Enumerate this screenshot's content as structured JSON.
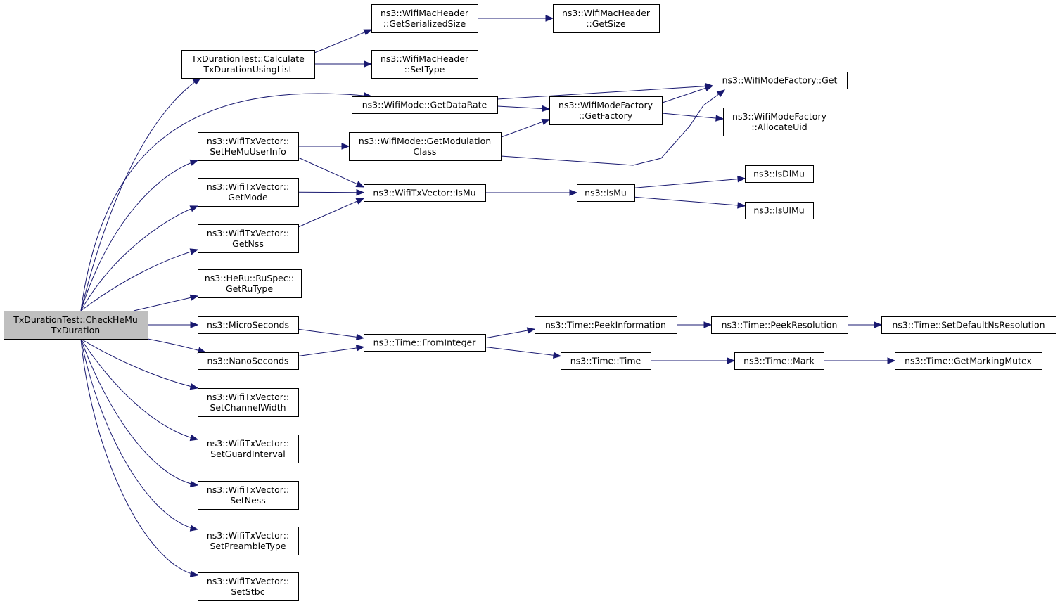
{
  "diagram": {
    "type": "call-graph",
    "colors": {
      "edge": "#191970",
      "root_fill": "#bfbfbf",
      "node_fill": "#ffffff",
      "node_border": "#000000"
    },
    "nodes": [
      {
        "id": "root",
        "lines": [
          "TxDurationTest::CheckHeMu",
          "TxDuration"
        ]
      },
      {
        "id": "calc",
        "lines": [
          "TxDurationTest::Calculate",
          "TxDurationUsingList"
        ]
      },
      {
        "id": "getser",
        "lines": [
          "ns3::WifiMacHeader",
          "::GetSerializedSize"
        ]
      },
      {
        "id": "getsize",
        "lines": [
          "ns3::WifiMacHeader",
          "::GetSize"
        ]
      },
      {
        "id": "settype",
        "lines": [
          "ns3::WifiMacHeader",
          "::SetType"
        ]
      },
      {
        "id": "getdatarate",
        "lines": [
          "ns3::WifiMode::GetDataRate"
        ]
      },
      {
        "id": "factget",
        "lines": [
          "ns3::WifiModeFactory::Get"
        ]
      },
      {
        "id": "getfactory",
        "lines": [
          "ns3::WifiModeFactory",
          "::GetFactory"
        ]
      },
      {
        "id": "allocuid",
        "lines": [
          "ns3::WifiModeFactory",
          "::AllocateUid"
        ]
      },
      {
        "id": "setmuuser",
        "lines": [
          "ns3::WifiTxVector::",
          "SetHeMuUserInfo"
        ]
      },
      {
        "id": "getmodclass",
        "lines": [
          "ns3::WifiMode::GetModulation",
          "Class"
        ]
      },
      {
        "id": "getmode",
        "lines": [
          "ns3::WifiTxVector::",
          "GetMode"
        ]
      },
      {
        "id": "txismu",
        "lines": [
          "ns3::WifiTxVector::IsMu"
        ]
      },
      {
        "id": "ismu",
        "lines": [
          "ns3::IsMu"
        ]
      },
      {
        "id": "isdlmu",
        "lines": [
          "ns3::IsDlMu"
        ]
      },
      {
        "id": "isulmu",
        "lines": [
          "ns3::IsUlMu"
        ]
      },
      {
        "id": "getnss",
        "lines": [
          "ns3::WifiTxVector::",
          "GetNss"
        ]
      },
      {
        "id": "getrutype",
        "lines": [
          "ns3::HeRu::RuSpec::",
          "GetRuType"
        ]
      },
      {
        "id": "micro",
        "lines": [
          "ns3::MicroSeconds"
        ]
      },
      {
        "id": "nano",
        "lines": [
          "ns3::NanoSeconds"
        ]
      },
      {
        "id": "fromint",
        "lines": [
          "ns3::Time::FromInteger"
        ]
      },
      {
        "id": "peekinfo",
        "lines": [
          "ns3::Time::PeekInformation"
        ]
      },
      {
        "id": "peekres",
        "lines": [
          "ns3::Time::PeekResolution"
        ]
      },
      {
        "id": "setdefres",
        "lines": [
          "ns3::Time::SetDefaultNsResolution"
        ]
      },
      {
        "id": "time",
        "lines": [
          "ns3::Time::Time"
        ]
      },
      {
        "id": "mark",
        "lines": [
          "ns3::Time::Mark"
        ]
      },
      {
        "id": "markmutex",
        "lines": [
          "ns3::Time::GetMarkingMutex"
        ]
      },
      {
        "id": "setchw",
        "lines": [
          "ns3::WifiTxVector::",
          "SetChannelWidth"
        ]
      },
      {
        "id": "setgi",
        "lines": [
          "ns3::WifiTxVector::",
          "SetGuardInterval"
        ]
      },
      {
        "id": "setness",
        "lines": [
          "ns3::WifiTxVector::",
          "SetNess"
        ]
      },
      {
        "id": "setpre",
        "lines": [
          "ns3::WifiTxVector::",
          "SetPreambleType"
        ]
      },
      {
        "id": "setstbc",
        "lines": [
          "ns3::WifiTxVector::",
          "SetStbc"
        ]
      }
    ],
    "edges": [
      [
        "root",
        "calc"
      ],
      [
        "root",
        "getdatarate"
      ],
      [
        "root",
        "setmuuser"
      ],
      [
        "root",
        "getmode"
      ],
      [
        "root",
        "getnss"
      ],
      [
        "root",
        "getrutype"
      ],
      [
        "root",
        "micro"
      ],
      [
        "root",
        "nano"
      ],
      [
        "root",
        "setchw"
      ],
      [
        "root",
        "setgi"
      ],
      [
        "root",
        "setness"
      ],
      [
        "root",
        "setpre"
      ],
      [
        "root",
        "setstbc"
      ],
      [
        "calc",
        "getser"
      ],
      [
        "calc",
        "settype"
      ],
      [
        "getser",
        "getsize"
      ],
      [
        "getdatarate",
        "factget"
      ],
      [
        "getdatarate",
        "getfactory"
      ],
      [
        "getfactory",
        "factget"
      ],
      [
        "getfactory",
        "allocuid"
      ],
      [
        "setmuuser",
        "getmodclass"
      ],
      [
        "setmuuser",
        "txismu"
      ],
      [
        "getmodclass",
        "getfactory"
      ],
      [
        "getmodclass",
        "factget"
      ],
      [
        "getmode",
        "txismu"
      ],
      [
        "getnss",
        "txismu"
      ],
      [
        "txismu",
        "ismu"
      ],
      [
        "ismu",
        "isdlmu"
      ],
      [
        "ismu",
        "isulmu"
      ],
      [
        "micro",
        "fromint"
      ],
      [
        "nano",
        "fromint"
      ],
      [
        "fromint",
        "peekinfo"
      ],
      [
        "fromint",
        "time"
      ],
      [
        "peekinfo",
        "peekres"
      ],
      [
        "peekres",
        "setdefres"
      ],
      [
        "time",
        "mark"
      ],
      [
        "mark",
        "markmutex"
      ]
    ]
  }
}
